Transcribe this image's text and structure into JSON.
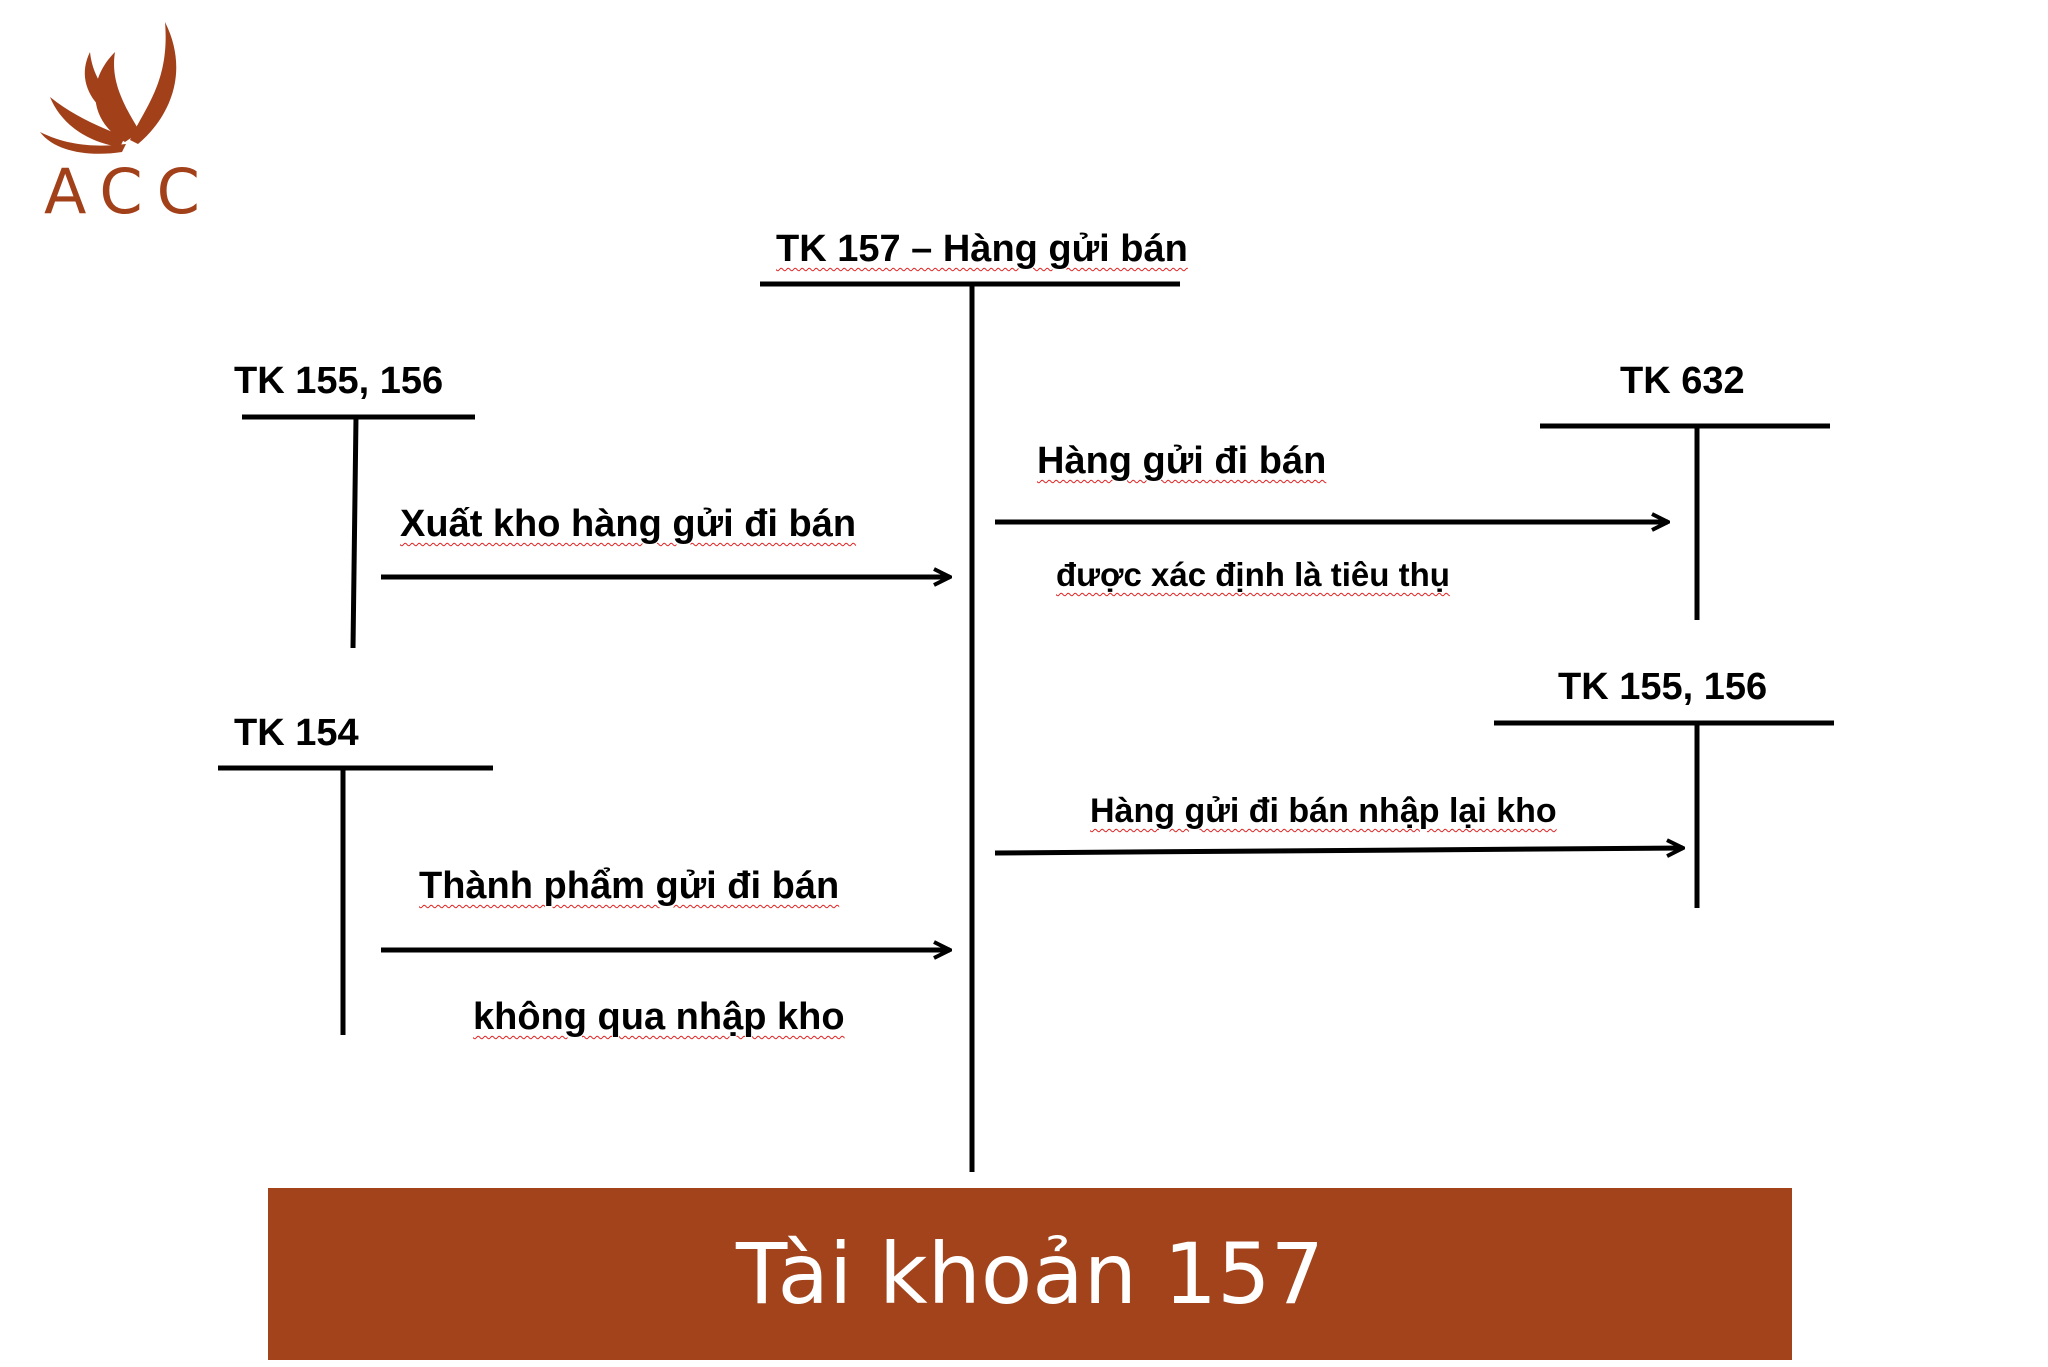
{
  "logo": {
    "text": "ACC",
    "color": "#a2401a"
  },
  "diagram": {
    "center_account": "TK 157 – Hàng gửi bán",
    "accounts": {
      "tk_155_156_left": "TK 155, 156",
      "tk_154": "TK 154",
      "tk_632": "TK 632",
      "tk_155_156_right": "TK 155, 156"
    },
    "flows": {
      "xuat_kho": "Xuất kho hàng gửi đi bán",
      "thanh_pham_line1": "Thành phẩm gửi đi bán",
      "thanh_pham_line2": "không qua nhập kho",
      "tieu_thu_line1": "Hàng gửi đi bán",
      "tieu_thu_line2": "được xác định là tiêu thụ",
      "nhap_lai_kho": "Hàng gửi đi bán nhập lại kho"
    }
  },
  "banner": {
    "text": "Tài khoản 157",
    "color": "#a3431b"
  }
}
